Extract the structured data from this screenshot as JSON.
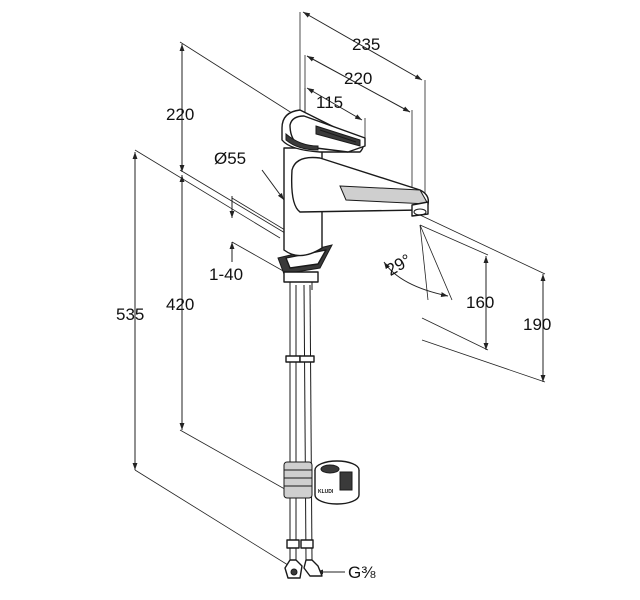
{
  "drawing": {
    "dimensions": {
      "width_overall": "235",
      "spout_reach": "220",
      "lever_length": "115",
      "body_height": "220",
      "body_diameter": "Ø55",
      "deck_thickness": "1-40",
      "total_height": "535",
      "height_below_spout": "420",
      "spout_angle": "29°",
      "outlet_height": "160",
      "spout_top_height": "190",
      "connection_thread": "G⅜"
    },
    "brand_mark": "KLUDI"
  }
}
